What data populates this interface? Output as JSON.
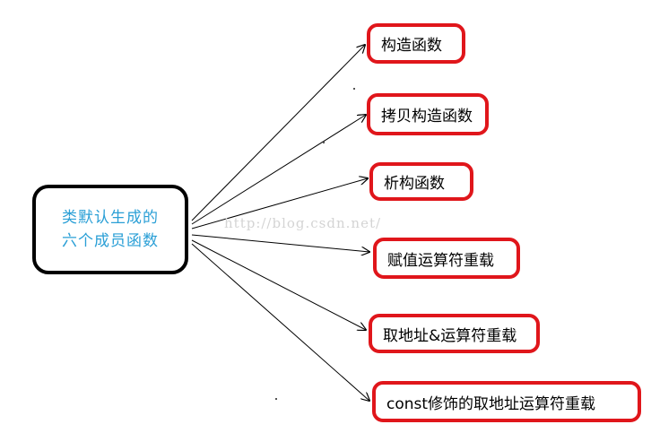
{
  "root": {
    "line1": "类默认生成的",
    "line2": "六个成员函数"
  },
  "nodes": [
    {
      "id": "constructor",
      "label": "构造函数"
    },
    {
      "id": "copy-constructor",
      "label": "拷贝构造函数"
    },
    {
      "id": "destructor",
      "label": "析构函数"
    },
    {
      "id": "assignment-operator",
      "label": "赋值运算符重载"
    },
    {
      "id": "address-of-operator",
      "label": "取地址&运算符重载"
    },
    {
      "id": "const-address-of-operator",
      "label": "const修饰的取地址运算符重载"
    }
  ],
  "watermark": "http://blog.csdn.net/",
  "colors": {
    "root_text": "#2a9fd6",
    "node_border": "#e0161b",
    "arrow": "#000000"
  }
}
